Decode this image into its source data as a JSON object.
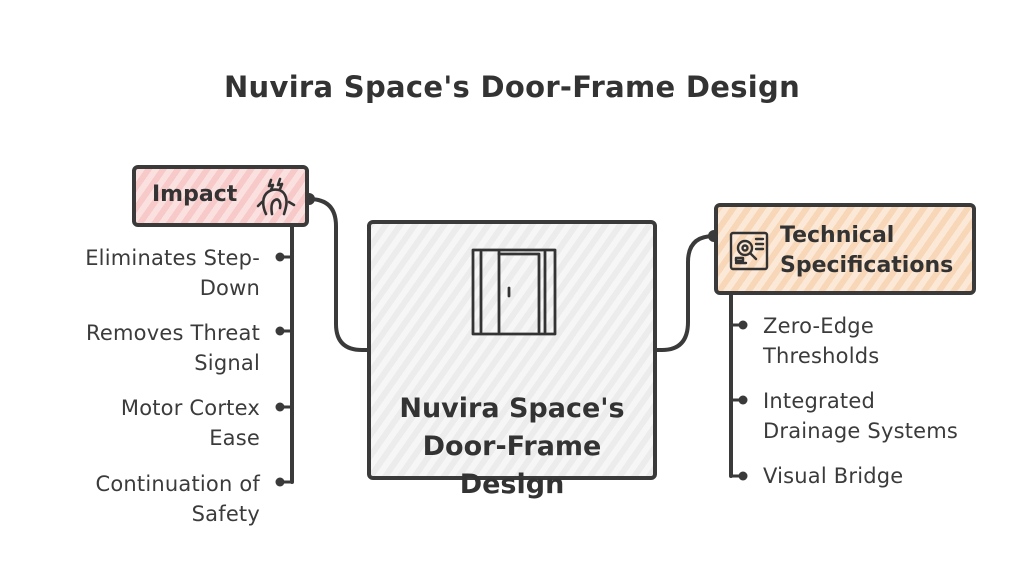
{
  "title": "Nuvira Space's Door-Frame Design",
  "center": {
    "label": "Nuvira Space's Door-Frame Design",
    "icon": "door-icon"
  },
  "impact": {
    "label": "Impact",
    "icon": "head-stress-icon",
    "color": "#f7c9c9",
    "items": [
      "Eliminates Step-\nDown",
      "Removes Threat\nSignal",
      "Motor Cortex\nEase",
      "Continuation of\nSafety"
    ]
  },
  "technical": {
    "label": "Technical\nSpecifications",
    "icon": "blueprint-icon",
    "color": "#f8d7b8",
    "items": [
      "Zero-Edge\nThresholds",
      "Integrated\nDrainage Systems",
      "Visual Bridge"
    ]
  }
}
